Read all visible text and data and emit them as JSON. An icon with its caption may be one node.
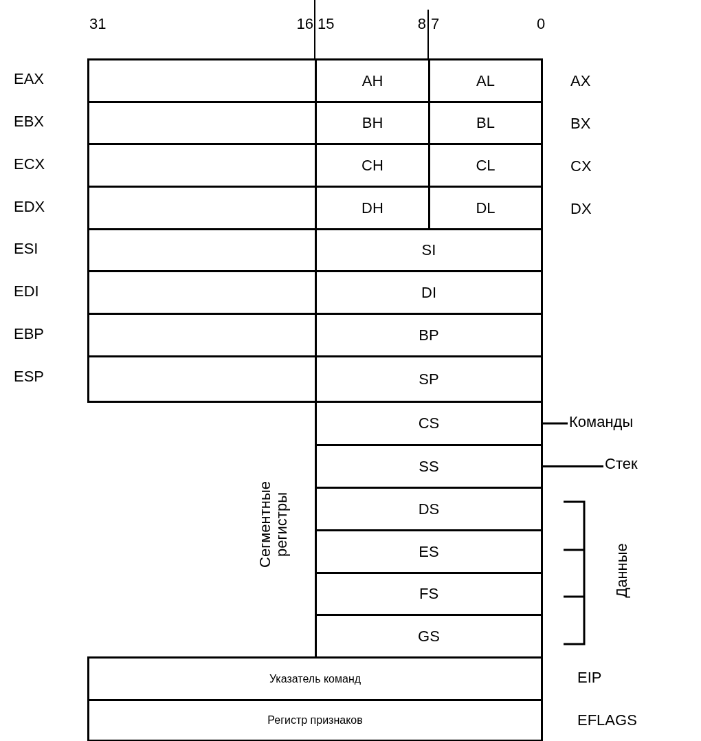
{
  "diagram": {
    "nodes": [
      {
        "text": [],
        "shape": "box"
      },
      {
        "text": [
          "AH"
        ]
      },
      {
        "text": [
          "AL"
        ]
      },
      {
        "text": [],
        "shape": "box"
      },
      {
        "text": [
          "BH"
        ]
      },
      {
        "text": [
          "BL"
        ]
      },
      {
        "text": [],
        "shape": "box"
      },
      {
        "text": [
          "CH"
        ]
      },
      {
        "text": [
          "CL"
        ]
      },
      {
        "text": [],
        "shape": "box"
      },
      {
        "text": [
          "DH"
        ]
      },
      {
        "text": [
          "DL"
        ]
      },
      {
        "text": [],
        "shape": "box"
      },
      {
        "text": [
          "SI"
        ]
      },
      {
        "text": [],
        "shape": "box"
      },
      {
        "text": [
          "DI"
        ]
      },
      {
        "text": [],
        "shape": "box"
      },
      {
        "text": [
          "BP"
        ]
      },
      {
        "text": [],
        "shape": "box"
      },
      {
        "text": [
          "SP"
        ]
      },
      {
        "text": [
          "CS"
        ]
      },
      {
        "text": [
          "SS"
        ]
      },
      {
        "text": [
          "DS"
        ]
      },
      {
        "text": [
          "ES"
        ]
      },
      {
        "text": [
          "FS"
        ]
      },
      {
        "text": [
          "GS"
        ]
      },
      {
        "text": [
          "Указатель команд"
        ]
      },
      {
        "text": [
          "Регистр признаков"
        ]
      },
      {
        "text": [
          "Команды"
        ]
      },
      {
        "text": [
          "Стек"
        ]
      }
    ],
    "edges": [
      {
        "from": 28,
        "to": 20,
        "arrow": "none"
      },
      {
        "from": 29,
        "to": 21,
        "arrow": "none"
      }
    ],
    "labels": [
      "31",
      "16",
      "15",
      "8",
      "7",
      "0",
      "EAX",
      "AX",
      "EBX",
      "BX",
      "ECX",
      "CX",
      "EDX",
      "DX",
      "ESI",
      "EDI",
      "EBP",
      "ESP",
      "Сегментные регистры",
      "Данные",
      "EIP",
      "EFLAGS"
    ]
  }
}
